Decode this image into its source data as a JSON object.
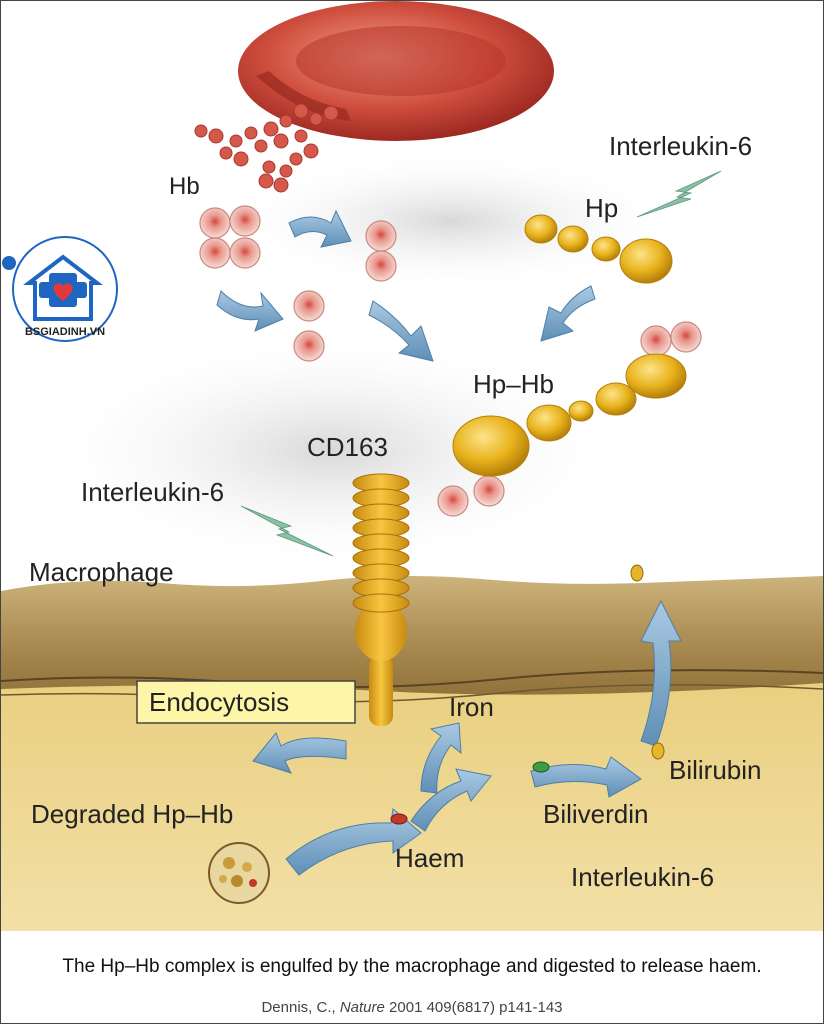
{
  "labels": {
    "hb": "Hb",
    "interleukin_top": "Interleukin-6",
    "hp": "Hp",
    "hp_hb": "Hp–Hb",
    "cd163": "CD163",
    "interleukin_mid": "Interleukin-6",
    "macrophage": "Macrophage",
    "endocytosis": "Endocytosis",
    "iron": "Iron",
    "bilirubin": "Bilirubin",
    "degraded": "Degraded Hp–Hb",
    "biliverdin": "Biliverdin",
    "haem": "Haem",
    "interleukin_bottom": "Interleukin-6"
  },
  "logo": {
    "text": "BSGIADINH.VN"
  },
  "caption": "The Hp–Hb complex is engulfed by the macrophage and digested to release haem.",
  "citation": {
    "author": "Dennis, C., ",
    "journal": "Nature",
    "details": " 2001 409(6817) p141-143"
  },
  "colors": {
    "rbc": "#c8453a",
    "haptoglobin": "#e8b21c",
    "arrow": "#6f9fc4",
    "membrane": "#a98a50",
    "cytoplasm": "#ecd68a",
    "lightning": "#7fb59a",
    "logo": "#1f66c2"
  }
}
